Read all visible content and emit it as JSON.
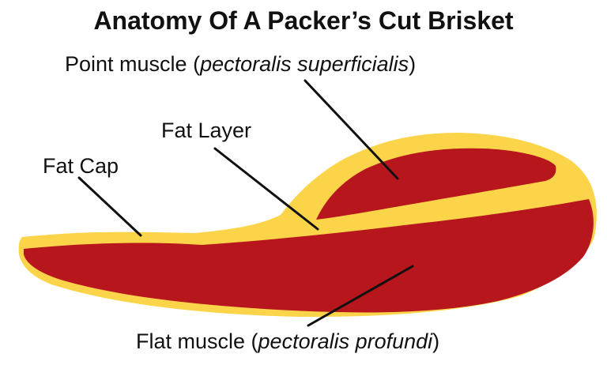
{
  "title": "Anatomy Of A Packer’s Cut Brisket",
  "colors": {
    "fat": "#fbd44a",
    "muscle": "#b8161d",
    "leader_line": "#111111",
    "text": "#111111",
    "background": "#ffffff"
  },
  "labels": {
    "point": {
      "common": "Point muscle (",
      "scientific": "pectoralis superficialis",
      "close": ")"
    },
    "fat_layer": {
      "text": "Fat Layer"
    },
    "fat_cap": {
      "text": "Fat Cap"
    },
    "flat": {
      "common": "Flat muscle (",
      "scientific": "pectoralis profundi",
      "close": ")"
    }
  }
}
